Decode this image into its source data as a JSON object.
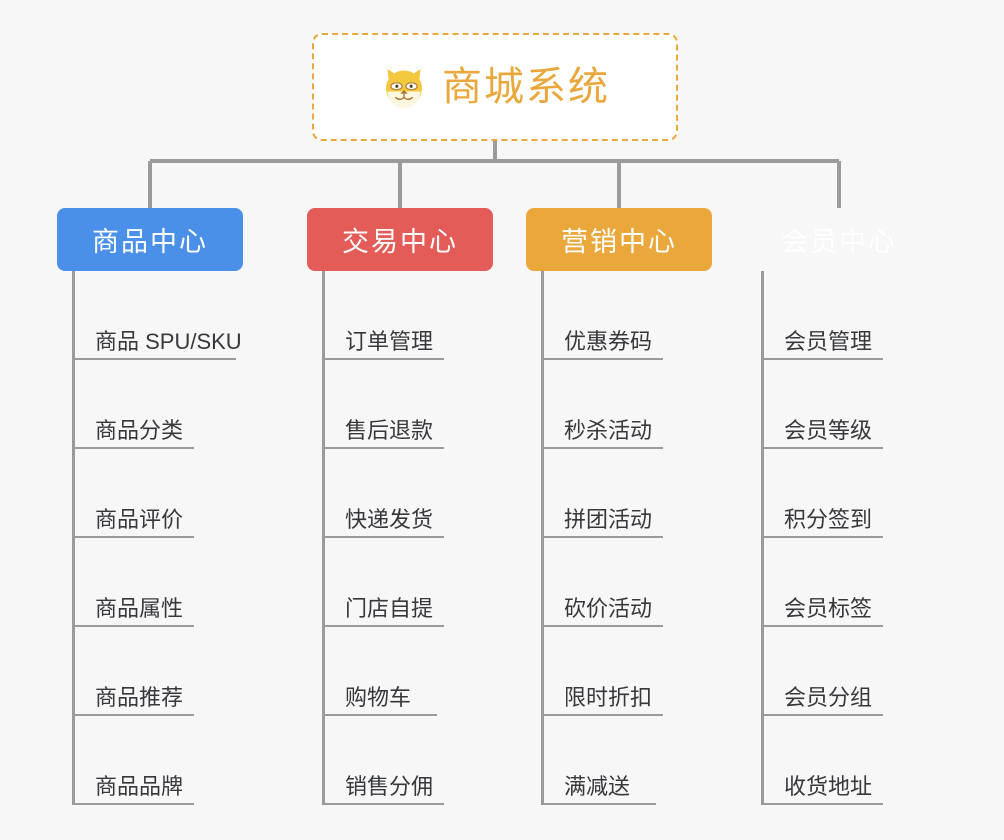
{
  "diagram": {
    "title": "商城系统",
    "root_icon": "shiba-dog-icon",
    "background_color": "#f7f7f7",
    "root_border_color": "#e9a73c",
    "root_text_color": "#e9a73c",
    "connector_color": "#9b9b9b",
    "leaf_text_color": "#36383c",
    "categories": [
      {
        "label": "商品中心",
        "color": "#4a90e8",
        "items": [
          "商品 SPU/SKU",
          "商品分类",
          "商品评价",
          "商品属性",
          "商品推荐",
          "商品品牌"
        ]
      },
      {
        "label": "交易中心",
        "color": "#e35c58",
        "items": [
          "订单管理",
          "售后退款",
          "快递发货",
          "门店自提",
          "购物车",
          "销售分佣"
        ]
      },
      {
        "label": "营销中心",
        "color": "#eaa83c",
        "items": [
          "优惠券码",
          "秒杀活动",
          "拼团活动",
          "砍价活动",
          "限时折扣",
          "满减送"
        ]
      },
      {
        "label": "会员中心",
        "color": "#7bc council",
        "items": [
          "会员管理",
          "会员等级",
          "积分签到",
          "会员标签",
          "会员分组",
          "收货地址"
        ]
      }
    ]
  }
}
